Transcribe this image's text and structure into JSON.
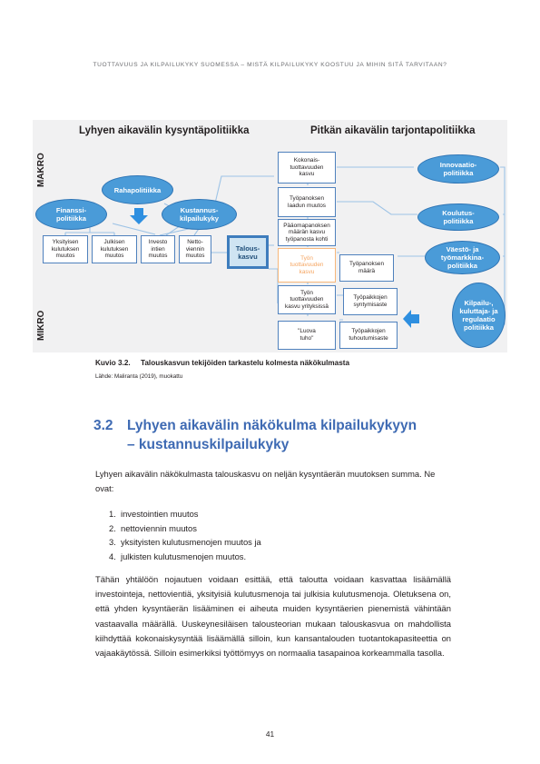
{
  "header": {
    "running_head": "TUOTTAVUUS JA KILPAILUKYKY SUOMESSA – MISTÄ KILPAILUKYKY KOOSTUU JA MIHIN SITÄ TARVITAAN?"
  },
  "figure": {
    "left_heading": "Lyhyen aikavälin kysyntäpolitiikka",
    "right_heading": "Pitkän aikavälin tarjontapolitiikka",
    "axis_top": "MAKRO",
    "axis_bottom": "MIKRO",
    "ellipses": {
      "rahapolitiikka": "Rahapolitiikka",
      "finanssipolitiikka": "Finanssi-\npolitiikka",
      "kustannuskilpailukyky": "Kustannus-\nkilpailukyky",
      "innovaatiopolitiikka": "Innovaatio-\npolitiikka",
      "koulutuspolitiikka": "Koulutus-\npolitiikka",
      "vaesto_politiikka": "Väestö- ja\ntyömarkkina-\npolitiikka",
      "kilpailu_politiikka": "Kilpailu-,\nkuluttaja- ja\nregulaatio\npolitiikka"
    },
    "demand_boxes": {
      "yksityiset": "Yksityisen\nkulutuksen\nmuutos",
      "julkiset": "Julkisen\nkulutuksen\nmuutos",
      "investoinnit": "Investo\nintien\nmuutos",
      "nettovienti": "Netto-\nviennin\nmuutos"
    },
    "growth_box": "Talous-\nkasvu",
    "middle_boxes": {
      "kokonaistuottavuus": "Kokonais-\ntuottavuuden\nkasvu",
      "tyopanoksen_laatu": "Työpanoksen\nlaadun muutos",
      "paaomapanos": "Pääomapanoksen\nmäärän kasvu\ntyöpanosta kohti",
      "tyon_tuottavuus": "Työn\ntuottavuuden\nkasvu",
      "tyon_tuottavuus_yrityksissa": "Työn\ntuottavuuden\nkasvu yrityksissä",
      "luova_tuho": "\"Luova\ntuho\""
    },
    "right_boxes": {
      "tyopanoksen_maara": "Työpanoksen\nmäärä",
      "tyopaikkojen_syntyminen": "Työpaikkojen\nsyntymisaste",
      "tyopaikkojen_tuhoutuminen": "Työpaikkojen\ntuhoutumisaste"
    }
  },
  "caption": {
    "number": "Kuvio 3.2.",
    "text": "Talouskasvun tekijöiden tarkastelu kolmesta näkökulmasta",
    "source": "Lähde: Maliranta (2019), muokattu"
  },
  "section": {
    "number": "3.2",
    "title_line1": "Lyhyen aikavälin näkökulma kilpailukykyyn",
    "title_line2": "– kustannuskilpailukyky"
  },
  "body": {
    "intro": "Lyhyen aikavälin näkökulmasta talouskasvu on neljän kysyntäerän muutoksen summa. Ne ovat:",
    "list": [
      {
        "n": "1.",
        "text": "investointien muutos"
      },
      {
        "n": "2.",
        "text": "nettoviennin muutos"
      },
      {
        "n": "3.",
        "text": "yksityisten kulutusmenojen muutos ja"
      },
      {
        "n": "4.",
        "text": "julkisten kulutusmenojen muutos."
      }
    ],
    "paragraph": "Tähän yhtälöön nojautuen voidaan esittää, että taloutta voidaan kasvattaa lisäämällä investointeja, nettovientiä, yksityisiä kulutusmenoja tai julkisia kulutusmenoja. Oletuksena on, että yhden kysyntäerän lisääminen ei aiheuta muiden kysyntäerien pienemistä vähintään vastaavalla määrällä. Uuskeynesiläisen talousteorian mukaan talouskasvua on mahdollista kiihdyttää kokonaiskysyntää lisäämällä silloin, kun kansantalouden tuotantokapasiteettia on vajaakäytössä. Silloin esimerkiksi työttömyys on normaalia tasapainoa korkeammalla tasolla."
  },
  "footer": {
    "page_number": "41"
  },
  "colors": {
    "accent": "#3e6ab3",
    "ellipse_fill": "#4a9bd8",
    "box_border": "#4f81bd",
    "orange": "#f5a561"
  }
}
